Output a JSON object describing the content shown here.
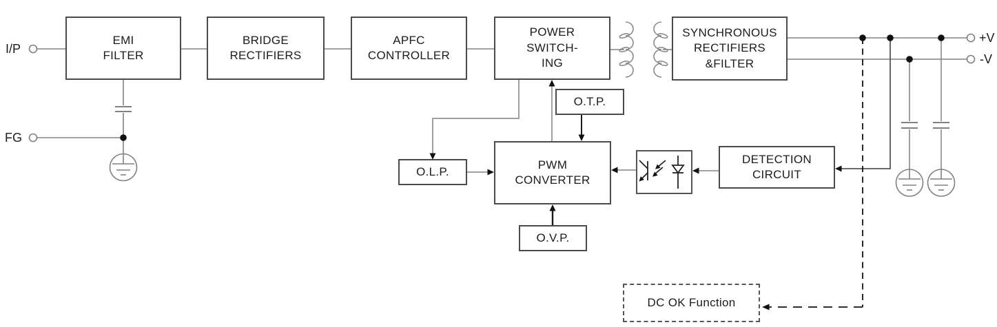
{
  "terminals": {
    "input_label": "I/P",
    "frame_ground_label": "FG",
    "v_plus_label": "+V",
    "v_minus_label": "-V"
  },
  "blocks": {
    "emi_filter": {
      "lines": [
        "EMI",
        "FILTER"
      ]
    },
    "bridge_rectifiers": {
      "lines": [
        "BRIDGE",
        "RECTIFIERS"
      ]
    },
    "apfc_controller": {
      "lines": [
        "APFC",
        "CONTROLLER"
      ]
    },
    "power_switching": {
      "lines": [
        "POWER",
        "SWITCH-",
        "ING"
      ]
    },
    "synchronous_rectifiers": {
      "lines": [
        "SYNCHRONOUS",
        "RECTIFIERS",
        "&FILTER"
      ]
    },
    "otp": {
      "lines": [
        "O.T.P."
      ]
    },
    "olp": {
      "lines": [
        "O.L.P."
      ]
    },
    "pwm_converter": {
      "lines": [
        "PWM",
        "CONVERTER"
      ]
    },
    "ovp": {
      "lines": [
        "O.V.P."
      ]
    },
    "detection_circuit": {
      "lines": [
        "DETECTION",
        "CIRCUIT"
      ]
    },
    "dc_ok_function": {
      "lines": [
        "DC OK Function"
      ]
    }
  },
  "icons": {
    "transformer": "transformer-coil-icon",
    "optocoupler": "optocoupler-icon",
    "earth_ground": "earth-ground-icon",
    "capacitor": "capacitor-icon",
    "terminal_circle": "terminal-circle-icon",
    "junction": "junction-dot"
  },
  "colors": {
    "background": "#ffffff",
    "wire": "#808080",
    "box_border": "#4a4a4a",
    "text": "#1c1c1c",
    "arrow": "#111111"
  }
}
